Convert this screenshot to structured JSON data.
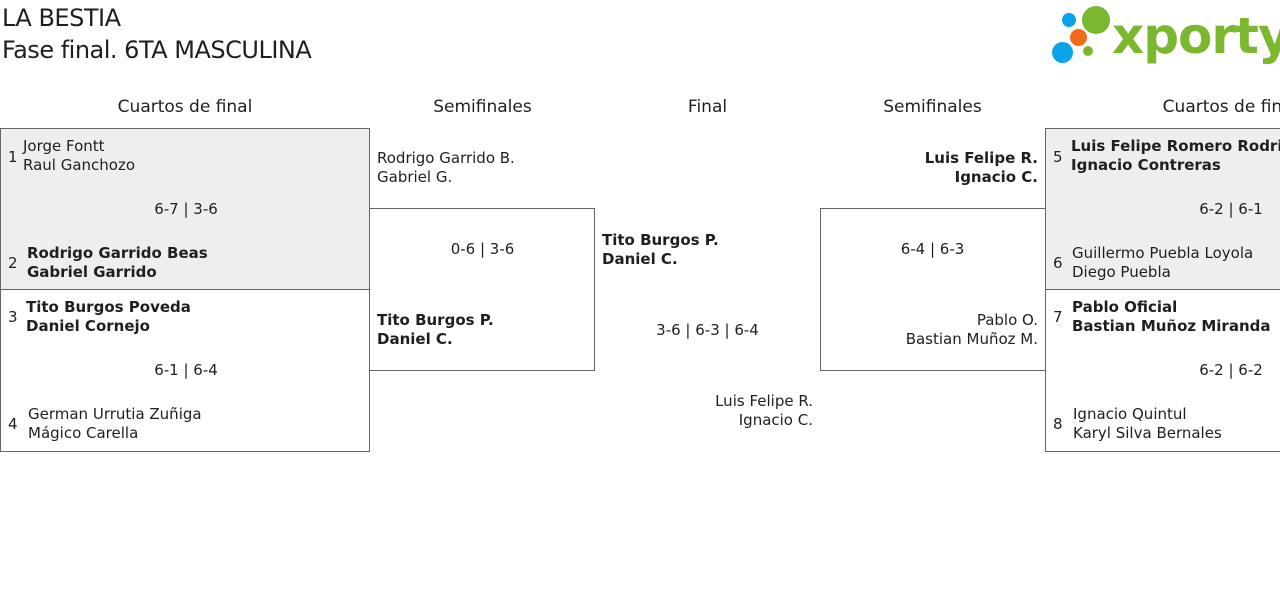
{
  "header": {
    "tournament": "LA BESTIA",
    "subtitle": "Fase final. 6TA MASCULINA",
    "logo_text": "xporty"
  },
  "colors": {
    "brand_green": "#7cb82f",
    "dot_blue": "#0aa3e8",
    "dot_orange": "#ef6c1a",
    "dot_green": "#7cb82f",
    "shade": "#eeeeee"
  },
  "rounds": {
    "left_qf": "Cuartos de final",
    "left_sf": "Semifinales",
    "final": "Final",
    "right_sf": "Semifinales",
    "right_qf": "Cuartos de final"
  },
  "left_qf": [
    {
      "seed_a": "1",
      "a1": "Jorge Fontt",
      "a2": "Raul Ganchozo",
      "score": "6-7 | 3-6",
      "seed_b": "2",
      "b1": "Rodrigo Garrido Beas",
      "b2": "Gabriel Garrido"
    },
    {
      "seed_a": "3",
      "a1": "Tito Burgos Poveda",
      "a2": "Daniel Cornejo",
      "score": "6-1 | 6-4",
      "seed_b": "4",
      "b1": "German Urrutia Zuñiga",
      "b2": "Mágico Carella"
    }
  ],
  "left_sf": {
    "a1": "Rodrigo Garrido B.",
    "a2": "Gabriel G.",
    "score": "0-6 | 3-6",
    "b1": "Tito Burgos P.",
    "b2": "Daniel C."
  },
  "final": {
    "a1": "Tito Burgos P.",
    "a2": "Daniel C.",
    "score": "3-6 | 6-3 | 6-4",
    "b1": "Luis Felipe R.",
    "b2": "Ignacio C."
  },
  "right_sf": {
    "a1": "Luis Felipe R.",
    "a2": "Ignacio C.",
    "score": "6-4 | 6-3",
    "b1": "Pablo O.",
    "b2": "Bastian Muñoz M."
  },
  "right_qf": [
    {
      "seed_a": "5",
      "a1": "Luis Felipe Romero Rodrigu",
      "a2": "Ignacio Contreras",
      "score": "6-2 | 6-1",
      "seed_b": "6",
      "b1": "Guillermo Puebla Loyola",
      "b2": "Diego Puebla"
    },
    {
      "seed_a": "7",
      "a1": "Pablo Oficial",
      "a2": "Bastian Muñoz Miranda",
      "score": "6-2 | 6-2",
      "seed_b": "8",
      "b1": "Ignacio Quintul",
      "b2": "Karyl Silva Bernales"
    }
  ]
}
